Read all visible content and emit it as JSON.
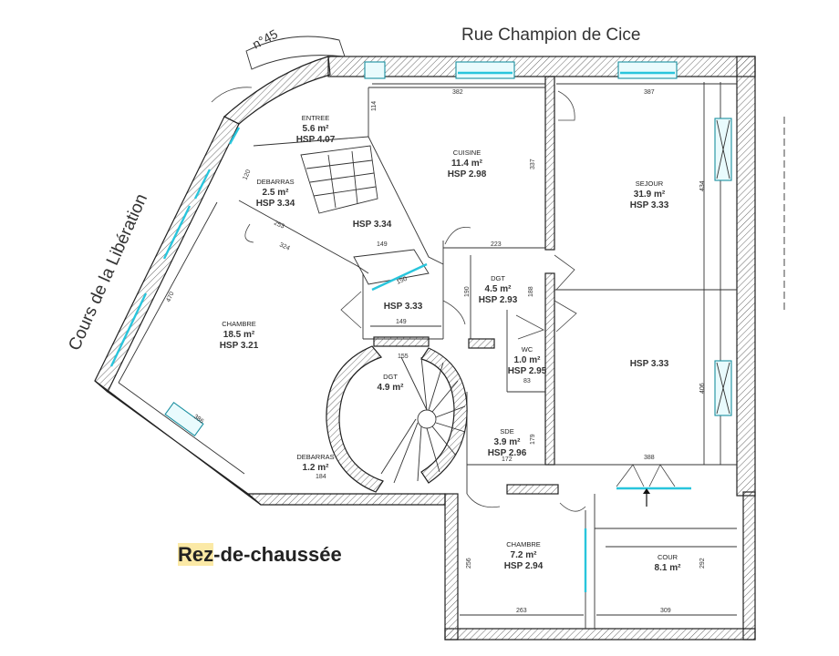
{
  "streets": {
    "north": "Rue Champion de Cice",
    "west": "Cours de la Libération",
    "number": "n°45"
  },
  "level_title": {
    "highlight": "Rez",
    "rest": "-de-chaussée"
  },
  "colors": {
    "wall": "#222222",
    "window": "#29c5dc",
    "highlight": "#fbe9a6"
  },
  "rooms": {
    "entree": {
      "name": "ENTREE",
      "area": "5.6 m²",
      "hsp": "HSP 4.07"
    },
    "debarras1": {
      "name": "DEBARRAS",
      "area": "2.5 m²",
      "hsp": "HSP 3.34"
    },
    "stair_upper": {
      "hsp": "HSP 3.34"
    },
    "cuisine": {
      "name": "CUISINE",
      "area": "11.4 m²",
      "hsp": "HSP 2.98"
    },
    "sejour": {
      "name": "SEJOUR",
      "area": "31.9 m²",
      "hsp": "HSP 3.33"
    },
    "chambre1": {
      "name": "CHAMBRE",
      "area": "18.5 m²",
      "hsp": "HSP 3.21"
    },
    "landing": {
      "hsp": "HSP 3.33"
    },
    "dgt1": {
      "name": "DGT",
      "area": "4.5 m²",
      "hsp": "HSP 2.93"
    },
    "dgt2": {
      "name": "DGT",
      "area": "4.9 m²"
    },
    "wc": {
      "name": "WC",
      "area": "1.0 m²",
      "hsp": "HSP 2.95"
    },
    "salon": {
      "hsp": "HSP 3.33"
    },
    "sde": {
      "name": "SDE",
      "area": "3.9 m²",
      "hsp": "HSP 2.96"
    },
    "debarras2": {
      "name": "DEBARRAS",
      "area": "1.2 m²"
    },
    "chambre2": {
      "name": "CHAMBRE",
      "area": "7.2 m²",
      "hsp": "HSP 2.94"
    },
    "cour": {
      "name": "COUR",
      "area": "8.1 m²"
    }
  },
  "dimensions": {
    "d382": "382",
    "d387": "387",
    "d114": "114",
    "d337": "337",
    "d434": "434",
    "d120": "120",
    "d253": "253",
    "d324": "324",
    "d470": "470",
    "d149a": "149",
    "d150": "150",
    "d223": "223",
    "d190": "190",
    "d188": "188",
    "d149b": "149",
    "d155": "155",
    "d83": "83",
    "d406": "406",
    "d386": "386",
    "d388": "388",
    "d179": "179",
    "d172": "172",
    "d184": "184",
    "d256": "256",
    "d263": "263",
    "d292": "292",
    "d309": "309"
  }
}
